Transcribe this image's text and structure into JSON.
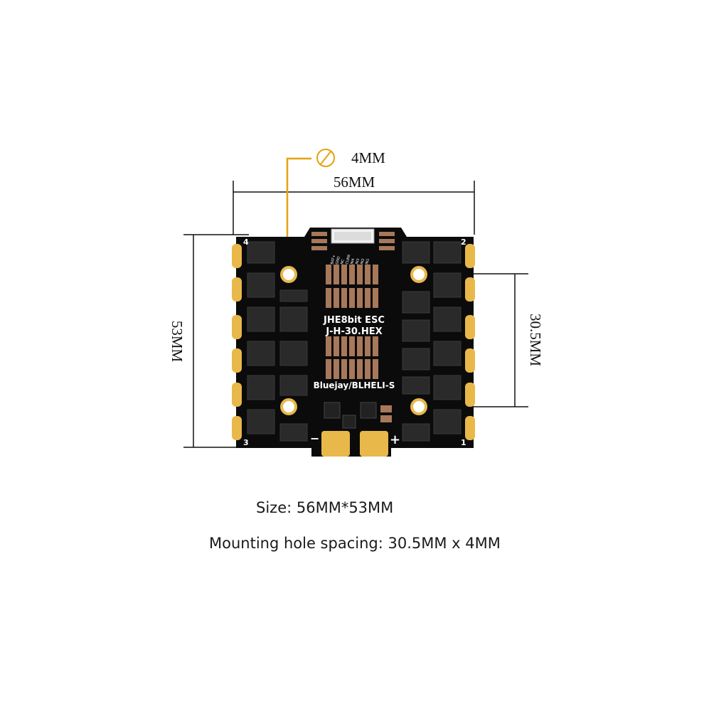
{
  "dimensions": {
    "hole_diameter": "4MM",
    "width": "56MM",
    "height": "53MM",
    "hole_spacing": "30.5MM"
  },
  "board": {
    "title_line1": "JHE8bit ESC",
    "title_line2": "J-H-30.HEX",
    "firmware": "Bluejay/BLHELI-S",
    "motor_pads": [
      "4",
      "2",
      "3",
      "1"
    ],
    "polarity_negative": "−",
    "polarity_positive": "+",
    "connector_pins": [
      "BAT+",
      "GND",
      "NC",
      "CURR",
      "IN4",
      "IN3",
      "IN2",
      "IN1"
    ],
    "colors": {
      "pcb": "#0b0b0b",
      "gold": "#e9b84a",
      "mosfet": "#2a2a2a",
      "capacitor": "#a8785a",
      "dimension_line": "#111111",
      "callout": "#e4a30e"
    }
  },
  "captions": {
    "size": "Size: 56MM*53MM",
    "mounting": "Mounting hole spacing: 30.5MM x 4MM"
  }
}
